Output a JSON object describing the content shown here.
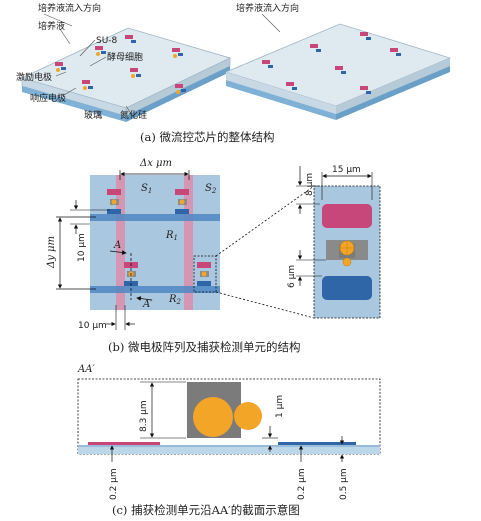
{
  "panel_a": {
    "flow_label_left": "培养液流入方向",
    "flow_label_right": "培养液流入方向",
    "label_medium": "培养液",
    "label_su8": "SU-8",
    "label_yeast": "酵母细胞",
    "label_excitation": "激励电极",
    "label_response": "响应电极",
    "label_glass": "玻璃",
    "label_sin": "氮化硅",
    "caption": "(a) 微流控芯片的整体结构"
  },
  "panel_b": {
    "dx": "Δx μm",
    "dy": "Δy μm",
    "ten_v": "10 μm",
    "ten_h": "10 μm",
    "s1": "S",
    "s1_sub": "1",
    "s2": "S",
    "s2_sub": "2",
    "r1": "R",
    "r1_sub": "1",
    "r2": "R",
    "r2_sub": "2",
    "a": "A",
    "a_prime": "A′",
    "eight": "8 μm",
    "fifteen": "15 μm",
    "six": "6 μm",
    "caption": "(b) 微电极阵列及捕获检测单元的结构"
  },
  "panel_c": {
    "aa": "AA′",
    "h83": "8.3 μm",
    "h1": "1 μm",
    "t02a": "0.2 μm",
    "t02b": "0.2 μm",
    "t05": "0.5 μm",
    "caption": "(c) 捕获检测单元沿AA′的截面示意图"
  },
  "colors": {
    "chip_blue": "#a9c7de",
    "electrode_pink": "#c8477a",
    "electrode_blue": "#2f66a8",
    "cell_orange": "#f3a527",
    "su8_gray": "#7b7b7b"
  }
}
